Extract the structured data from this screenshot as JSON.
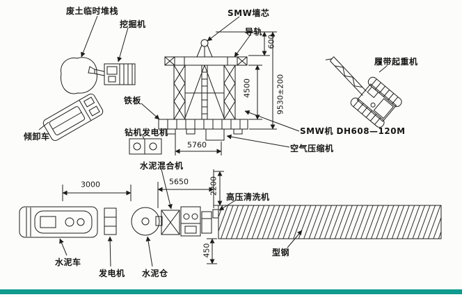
{
  "page": {
    "bg": "#fcfcfa",
    "line_color": "#1c1c1c",
    "bottom_bar_color": "#0f9b8e"
  },
  "labels": {
    "waste_soil_stack": "废土临时堆栈",
    "excavator": "挖掘机",
    "smw_wall_core": "SMW墙芯",
    "guide_rail": "导轨",
    "crawler_crane": "履带起重机",
    "iron_plate": "铁板",
    "dump_truck": "倾卸车",
    "drill_generator": "钻机发电机",
    "smw_machine_model": "SMW机 DH608—120M",
    "air_compressor": "空气压缩机",
    "cement_mixer": "水泥混合机",
    "high_pressure_washer": "高压清洗机",
    "cement_truck": "水泥车",
    "generator": "发电机",
    "cement_silo": "水泥仓",
    "section_steel": "型钢"
  },
  "dimensions": {
    "pulley_height": "600",
    "mast_height": "4500",
    "total_height": "9530±200",
    "base_width": "5760",
    "truck_gap": "3000",
    "mixer_span": "5650",
    "row_gap": "2200",
    "steel_offset": "450"
  }
}
